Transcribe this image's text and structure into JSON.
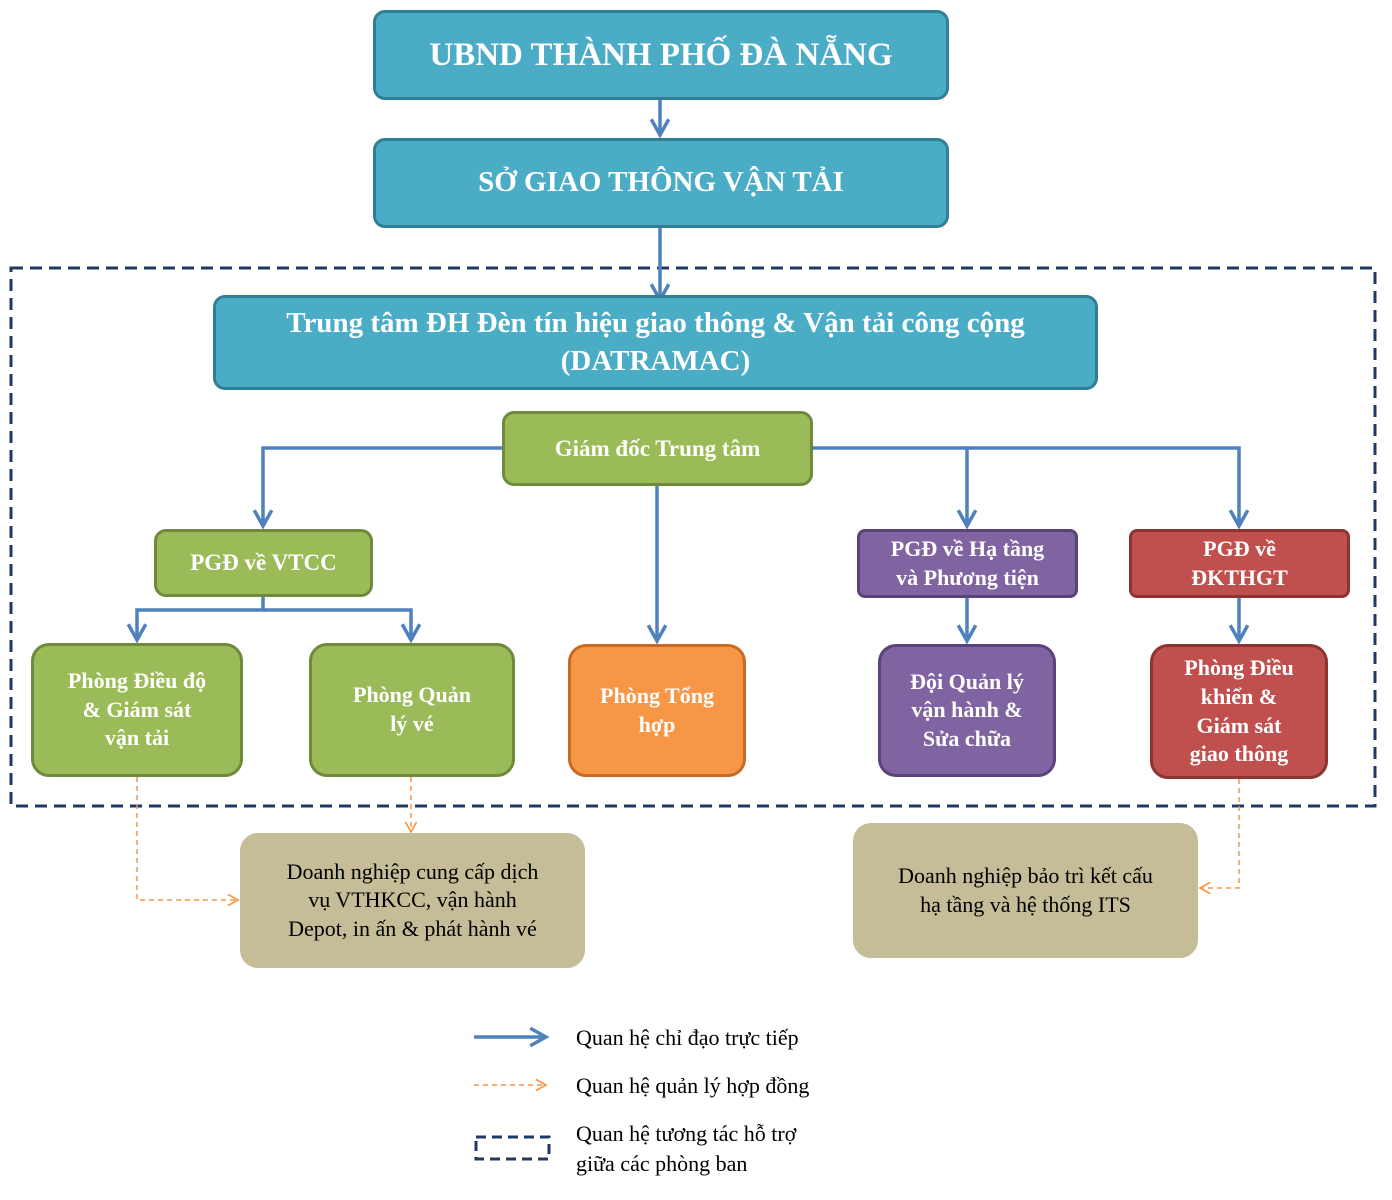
{
  "colors": {
    "arrow": "#4f81bd",
    "contract": "#f79646",
    "dashed_frame": "#1f3864",
    "teal": "#4bacc6",
    "green": "#9bbb59",
    "orange": "#f79646",
    "purple": "#8064a2",
    "red": "#c0504d",
    "tan": "#c4bd97"
  },
  "nodes": {
    "ubnd": "UBND THÀNH PHỐ ĐÀ NẴNG",
    "so_gtvt": "SỞ GIAO THÔNG VẬN TẢI",
    "trung_tam": [
      "Trung tâm ĐH Đèn tín hiệu giao thông  & Vận tải công cộng",
      "(DATRAMAC)"
    ],
    "giam_doc": "Giám đốc Trung tâm",
    "pgd_vtcc": "PGĐ về VTCC",
    "pgd_ha_tang": [
      "PGĐ về Hạ tầng",
      "và Phương tiện"
    ],
    "pgd_dkthgt": [
      "PGĐ về",
      "ĐKTHGT"
    ],
    "phong_dieu_do": [
      "Phòng Điều độ",
      "& Giám sát",
      "vận tải"
    ],
    "phong_quan_ly_ve": [
      "Phòng Quản",
      "lý vé"
    ],
    "phong_tong_hop": [
      "Phòng Tổng",
      "hợp"
    ],
    "doi_quan_ly": [
      "Đội Quản lý",
      "vận hành &",
      "Sửa chữa"
    ],
    "phong_dieu_khien": [
      "Phòng Điều",
      "khiển &",
      "Giám sát",
      "giao thông"
    ],
    "dn_cung_cap": [
      "Doanh nghiệp cung cấp dịch",
      "vụ VTHKCC, vận hành",
      "Depot, in ấn & phát hành vé"
    ],
    "dn_bao_tri": [
      "Doanh nghiệp bảo trì kết cấu",
      "hạ tầng và hệ thống ITS"
    ]
  },
  "legend": {
    "direct": "Quan hệ chỉ đạo trực tiếp",
    "contract": "Quan hệ quản lý hợp đồng",
    "support": [
      "Quan hệ tương tác hỗ trợ",
      "giữa các phòng ban"
    ]
  }
}
